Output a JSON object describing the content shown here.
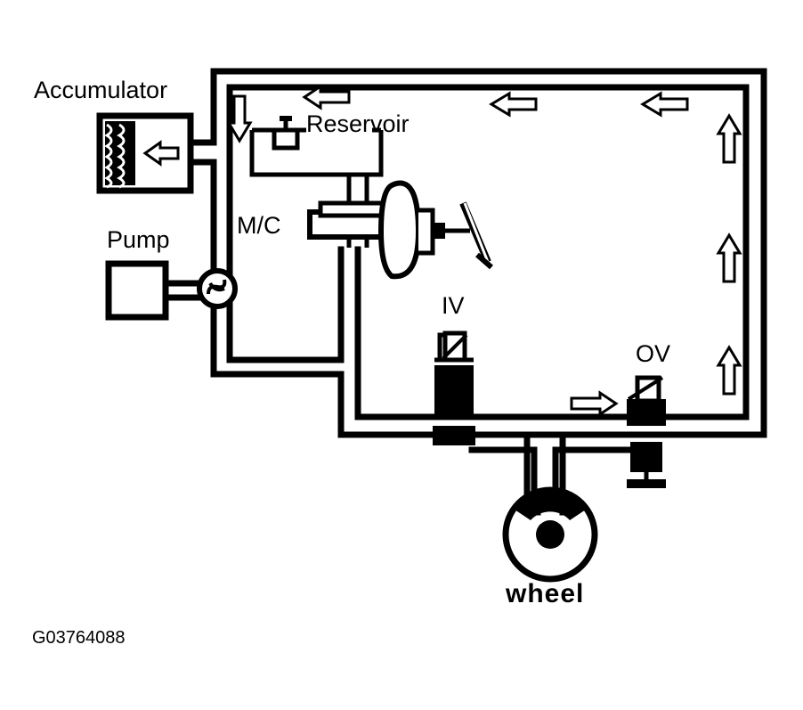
{
  "labels": {
    "accumulator": "Accumulator",
    "reservoir": "Reservoir",
    "mc": "M/C",
    "pump": "Pump",
    "iv": "IV",
    "ov": "OV",
    "wheel": "wheel",
    "figure_code": "G03764088"
  },
  "icons": {
    "flow_arrow": "hollow-arrow",
    "pump_symbol": "pump-impeller"
  },
  "colors": {
    "line": "#000000",
    "background": "#ffffff"
  }
}
